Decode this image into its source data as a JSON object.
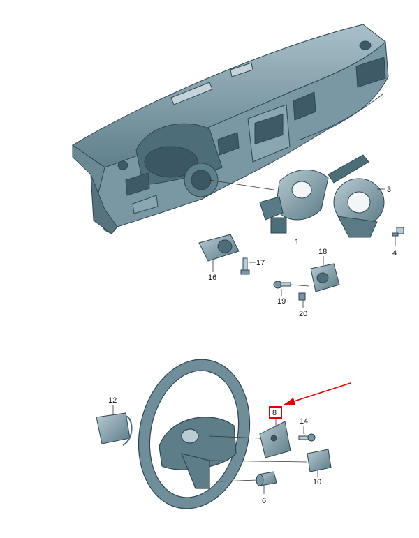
{
  "diagram": {
    "callouts": [
      {
        "id": "1",
        "label": "1"
      },
      {
        "id": "3",
        "label": "3"
      },
      {
        "id": "4",
        "label": "4"
      },
      {
        "id": "6",
        "label": "6"
      },
      {
        "id": "8",
        "label": "8"
      },
      {
        "id": "10",
        "label": "10"
      },
      {
        "id": "12",
        "label": "12"
      },
      {
        "id": "14",
        "label": "14"
      },
      {
        "id": "16",
        "label": "16"
      },
      {
        "id": "17",
        "label": "17"
      },
      {
        "id": "18",
        "label": "18"
      },
      {
        "id": "19",
        "label": "19"
      },
      {
        "id": "20",
        "label": "20"
      }
    ],
    "highlight": {
      "target": "8",
      "color": "#e00000"
    },
    "colors": {
      "part_fill": "#7a98a4",
      "part_dark": "#4d6d79",
      "part_light": "#b8cbd2",
      "line": "#333333"
    }
  }
}
